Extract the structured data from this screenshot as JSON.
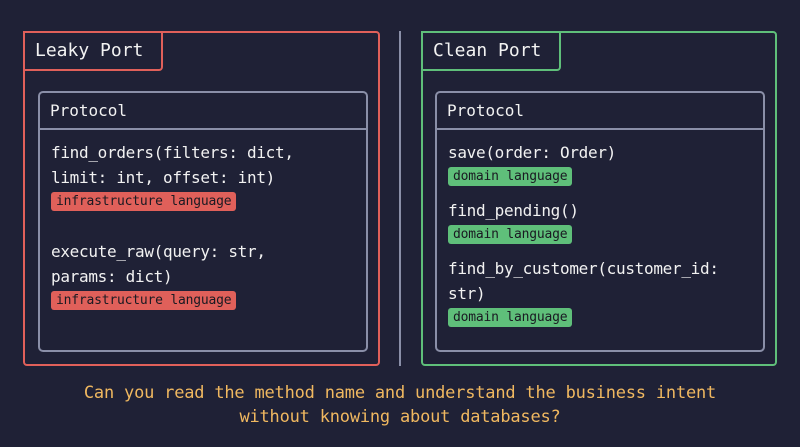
{
  "colors": {
    "background": "#1f2136",
    "leaky_accent": "#e0605a",
    "clean_accent": "#5fbf7a",
    "protocol_border": "#8a8fa8",
    "caption": "#f0b860"
  },
  "leaky": {
    "title": "Leaky Port",
    "protocol_label": "Protocol",
    "methods": [
      {
        "signature": "find_orders(filters: dict,\nlimit: int, offset: int)",
        "badge": "infrastructure language"
      },
      {
        "signature": "execute_raw(query: str,\nparams: dict)",
        "badge": "infrastructure language"
      }
    ]
  },
  "clean": {
    "title": "Clean Port",
    "protocol_label": "Protocol",
    "methods": [
      {
        "signature": "save(order: Order)",
        "badge": "domain language"
      },
      {
        "signature": "find_pending()",
        "badge": "domain language"
      },
      {
        "signature": "find_by_customer(customer_id:\nstr)",
        "badge": "domain language"
      }
    ]
  },
  "caption": {
    "line1": "Can you read the method name and understand the business intent",
    "line2": "without knowing about databases?"
  }
}
